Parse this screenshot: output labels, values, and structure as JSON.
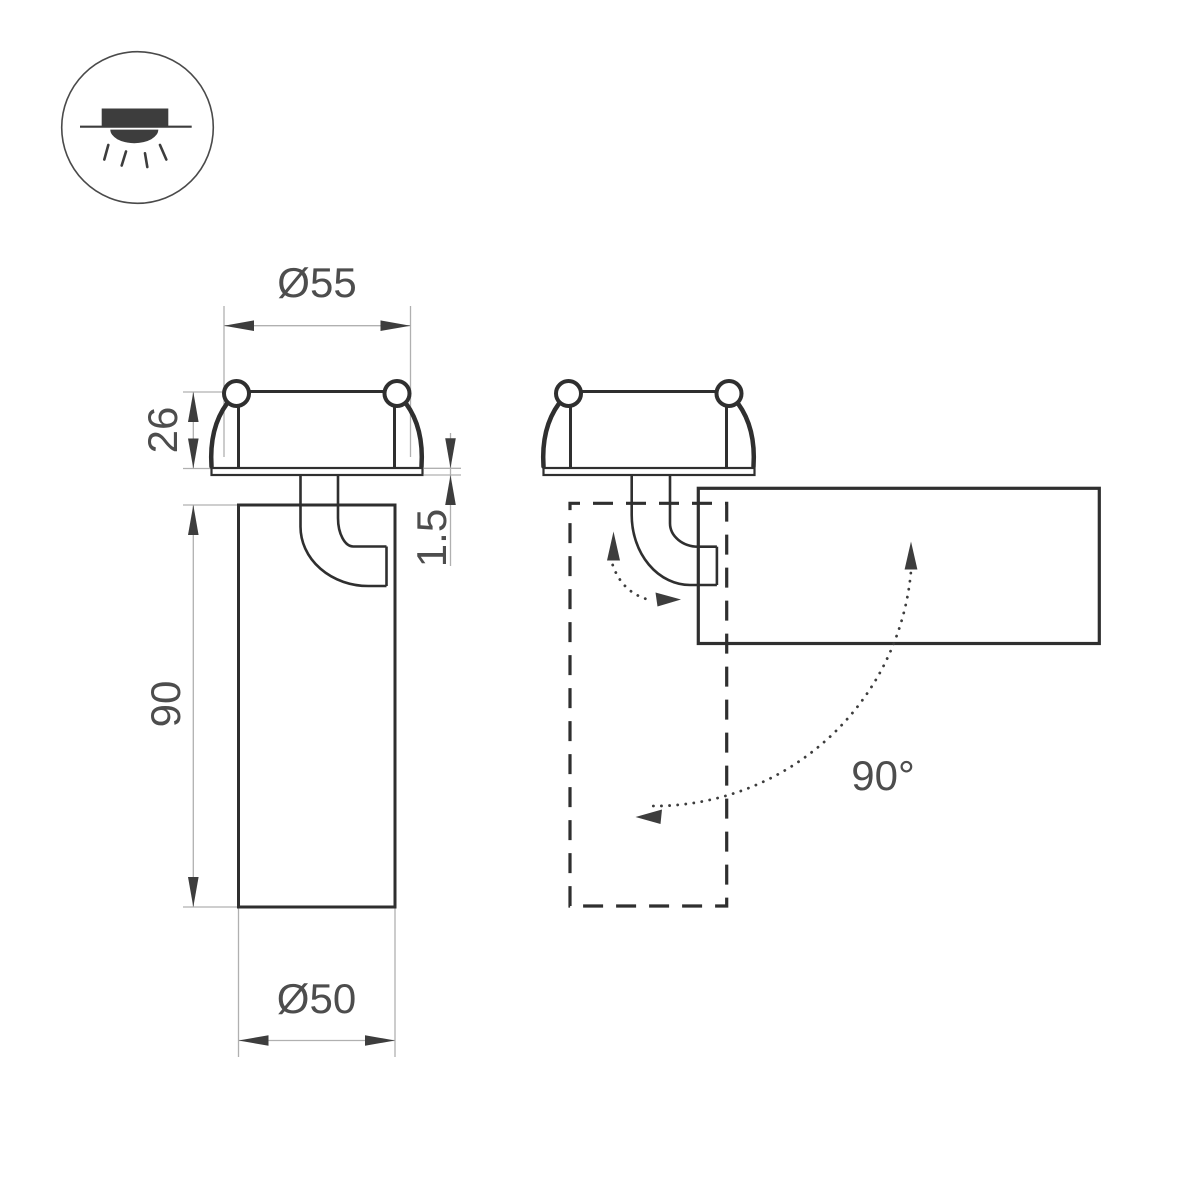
{
  "drawing": {
    "background": "#ffffff",
    "colors": {
      "outline": "#2f2f2f",
      "dimension_line": "#b0b0b0",
      "arrowhead": "#3d3d3d",
      "label_text": "#4d4d4d"
    },
    "icon": {
      "name": "recessed-downlight"
    },
    "labels": {
      "head_diameter": "Ø55",
      "recess_depth": "26",
      "flange_thickness": "1.5",
      "body_height": "90",
      "body_diameter": "Ø50",
      "rotation_angle": "90°"
    }
  }
}
